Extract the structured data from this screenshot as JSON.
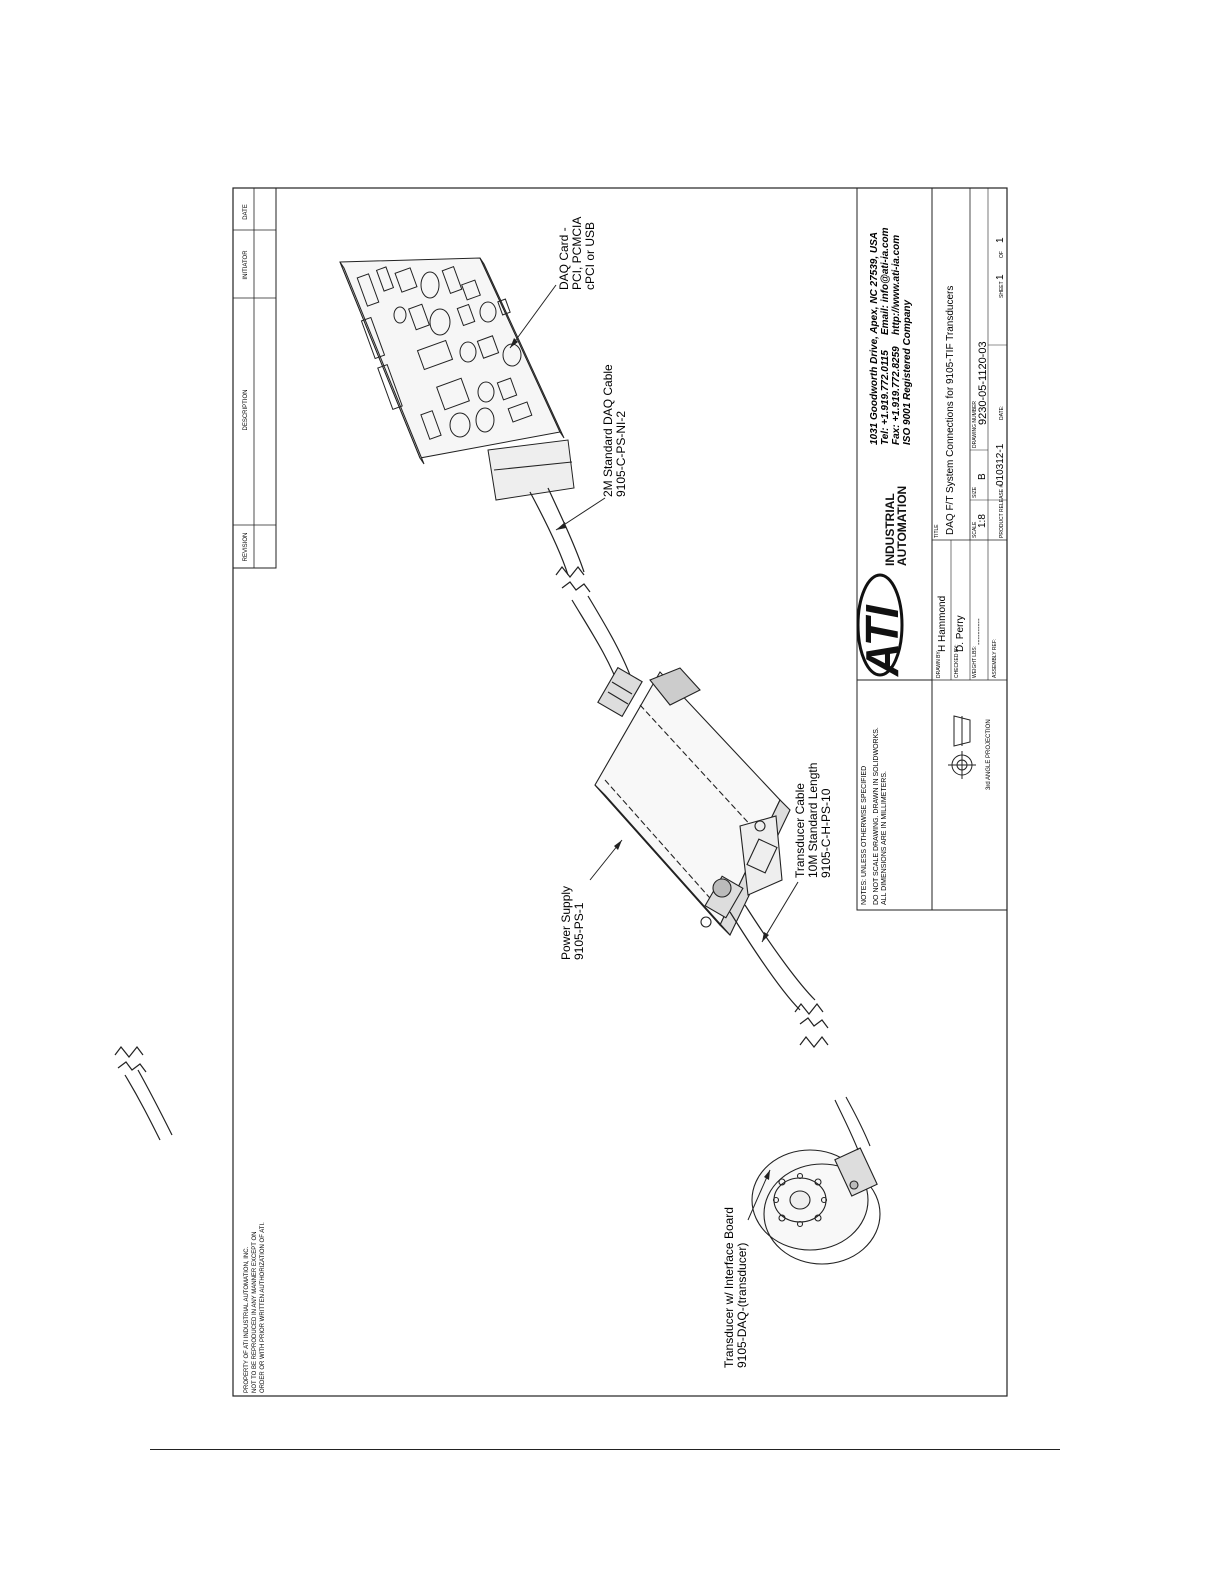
{
  "revision_block": {
    "headers": [
      "REVISION",
      "DESCRIPTION",
      "INITIATOR",
      "DATE"
    ]
  },
  "property_notice": [
    "PROPERTY OF ATI INDUSTRIAL AUTOMATION, INC.",
    "NOT TO BE REPRODUCED IN ANY MANNER EXCEPT ON",
    "ORDER OR WITH PRIOR WRITTEN AUTHORIZATION OF ATI."
  ],
  "callouts": {
    "daq_card": [
      "DAQ Card -",
      "PCI, PCMCIA",
      "cPCI or USB"
    ],
    "daq_cable": [
      "2M Standard DAQ Cable",
      "9105-C-PS-NI-2"
    ],
    "power_supply": [
      "Power Supply",
      "9105-PS-1"
    ],
    "transducer_cable": [
      "Transducer Cable",
      "10M Standard Length",
      "9105-C-H-PS-10"
    ],
    "transducer": [
      "Transducer w/ Interface Board",
      "9105-DAQ-(transducer)"
    ]
  },
  "notes": {
    "heading": "NOTES: UNLESS OTHERWISE SPECIFIED",
    "lines": [
      "DO NOT SCALE DRAWING.  DRAWN IN SOLIDWORKS.",
      "ALL DIMENSIONS ARE IN MILLIMETERS."
    ],
    "projection": "3rd ANGLE PROJECTION"
  },
  "logo": {
    "mark": "ATI",
    "line1": "INDUSTRIAL",
    "line2": "AUTOMATION"
  },
  "company": {
    "address": "1031 Goodworth Drive, Apex, NC 27539, USA",
    "tel": "Tel: +1.919.772.0115",
    "email": "Email: info@ati-ia.com",
    "fax": "Fax: +1.919.772.8259",
    "web": "http://www.ati-ia.com",
    "iso": "ISO 9001 Registered Company"
  },
  "title_block": {
    "drawn_by_label": "DRAWN BY:",
    "drawn_by": "H Hammond",
    "checked_by_label": "CHECKED BY:",
    "checked_by": "D. Perry",
    "weight_label": "WEIGHT LBS:",
    "weight": "----------",
    "assembly_label": "ASSEMBLY REF:",
    "title_label": "TITLE",
    "title": "DAQ F/T System Connections for 9105-TIF Transducers",
    "scale_label": "SCALE",
    "scale": "1:8",
    "size_label": "SIZE",
    "size": "B",
    "drawing_number_label": "DRAWING NUMBER",
    "drawing_number": "9230-05-1120-03",
    "release_label": "PRODUCT RELEASE #",
    "release": "010312-1",
    "date_label": "DATE:",
    "sheet_label": "SHEET",
    "sheet": "1",
    "of_label": "OF",
    "of": "1"
  }
}
